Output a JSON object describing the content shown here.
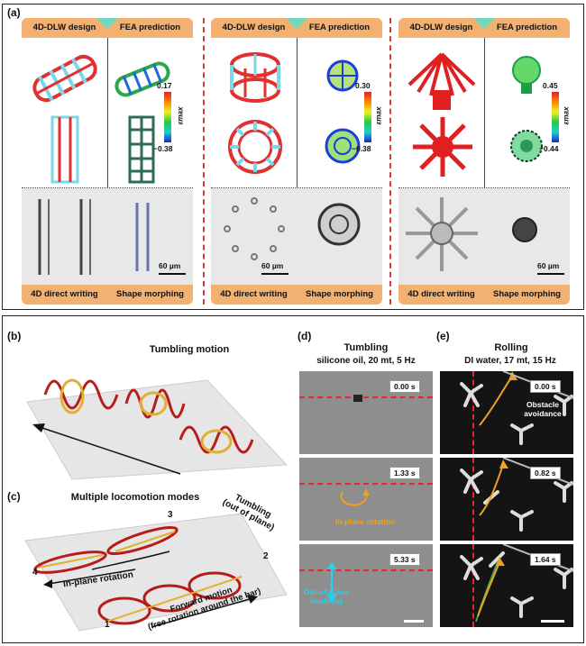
{
  "labels": {
    "a": "(a)",
    "b": "(b)",
    "c": "(c)",
    "d": "(d)",
    "e": "(e)"
  },
  "panel_a": {
    "columns": [
      {
        "header_left": "4D-DLW design",
        "header_right": "FEA prediction",
        "footer_left": "4D direct writing",
        "footer_right": "Shape morphing",
        "cbar_max": "0.17",
        "cbar_min": "−0.38",
        "scale": "60 µm"
      },
      {
        "header_left": "4D-DLW design",
        "header_right": "FEA prediction",
        "footer_left": "4D direct writing",
        "footer_right": "Shape morphing",
        "cbar_max": "0.30",
        "cbar_min": "−0.38",
        "scale": "60 µm"
      },
      {
        "header_left": "4D-DLW design",
        "header_right": "FEA prediction",
        "footer_left": "4D direct writing",
        "footer_right": "Shape morphing",
        "cbar_max": "0.45",
        "cbar_min": "−0.44",
        "scale": "60 µm"
      }
    ],
    "strain_symbol": "εmax"
  },
  "panel_b": {
    "title": "Tumbling motion"
  },
  "panel_c": {
    "title": "Multiple locomotion modes",
    "tumbling": "Tumbling\n(out of plane)",
    "in_plane": "In-plane rotation",
    "forward": "Forward motion\n(free rotation around the bar)",
    "n1": "1",
    "n2": "2",
    "n3": "3",
    "n4": "4"
  },
  "panel_d": {
    "title": "Tumbling",
    "subtitle": "silicone oil, 20 mt, 5 Hz",
    "times": [
      "0.00 s",
      "1.33 s",
      "5.33 s"
    ],
    "ann_in_plane": "In-plane rotation",
    "ann_out": "Out-of-plane\ntumbling"
  },
  "panel_e": {
    "title": "Rolling",
    "subtitle": "DI water, 17 mt, 15 Hz",
    "times": [
      "0.00 s",
      "0.82 s",
      "1.64 s"
    ],
    "ann_obstacle": "Obstacle\navoidance"
  },
  "colors": {
    "header": "#f2b071",
    "accent": "#6ed9c0",
    "red": "#d43c3c",
    "cyan": "#6fd6e6",
    "coil": "#b71c1c"
  }
}
